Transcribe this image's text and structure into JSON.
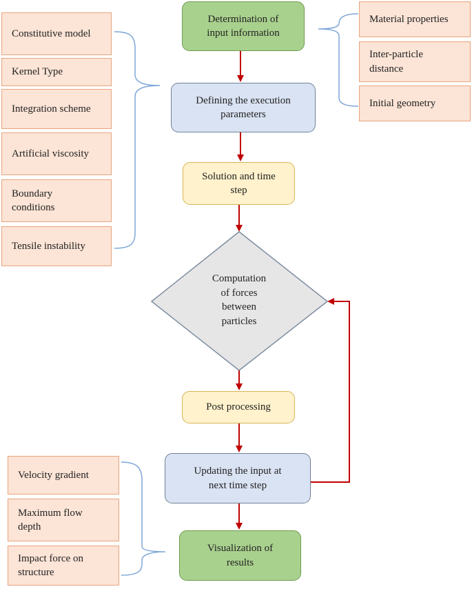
{
  "flow": {
    "determination": "Determination of\ninput information",
    "defining": "Defining the execution\nparameters",
    "solution": "Solution and time\nstep",
    "computation": "Computation\nof forces\nbetween\nparticles",
    "post": "Post processing",
    "updating": "Updating the input at\nnext time step",
    "visualization": "Visualization of\nresults"
  },
  "left_params": [
    "Constitutive model",
    "Kernel Type",
    "Integration scheme",
    "Artificial viscosity",
    "Boundary\nconditions",
    "Tensile instability"
  ],
  "right_inputs": [
    "Material properties",
    "Inter-particle\ndistance",
    "Initial geometry"
  ],
  "outputs": [
    "Velocity gradient",
    "Maximum flow\ndepth",
    "Impact force on\nstructure"
  ],
  "colors": {
    "arrow": "#c00000",
    "brace": "#7ea6d8",
    "side_fill": "#fce4d6",
    "green_fill": "#a9d18e",
    "blue_fill": "#dae3f3",
    "yellow_fill": "#fff2cc",
    "diamond_fill": "#e7e6e6"
  }
}
